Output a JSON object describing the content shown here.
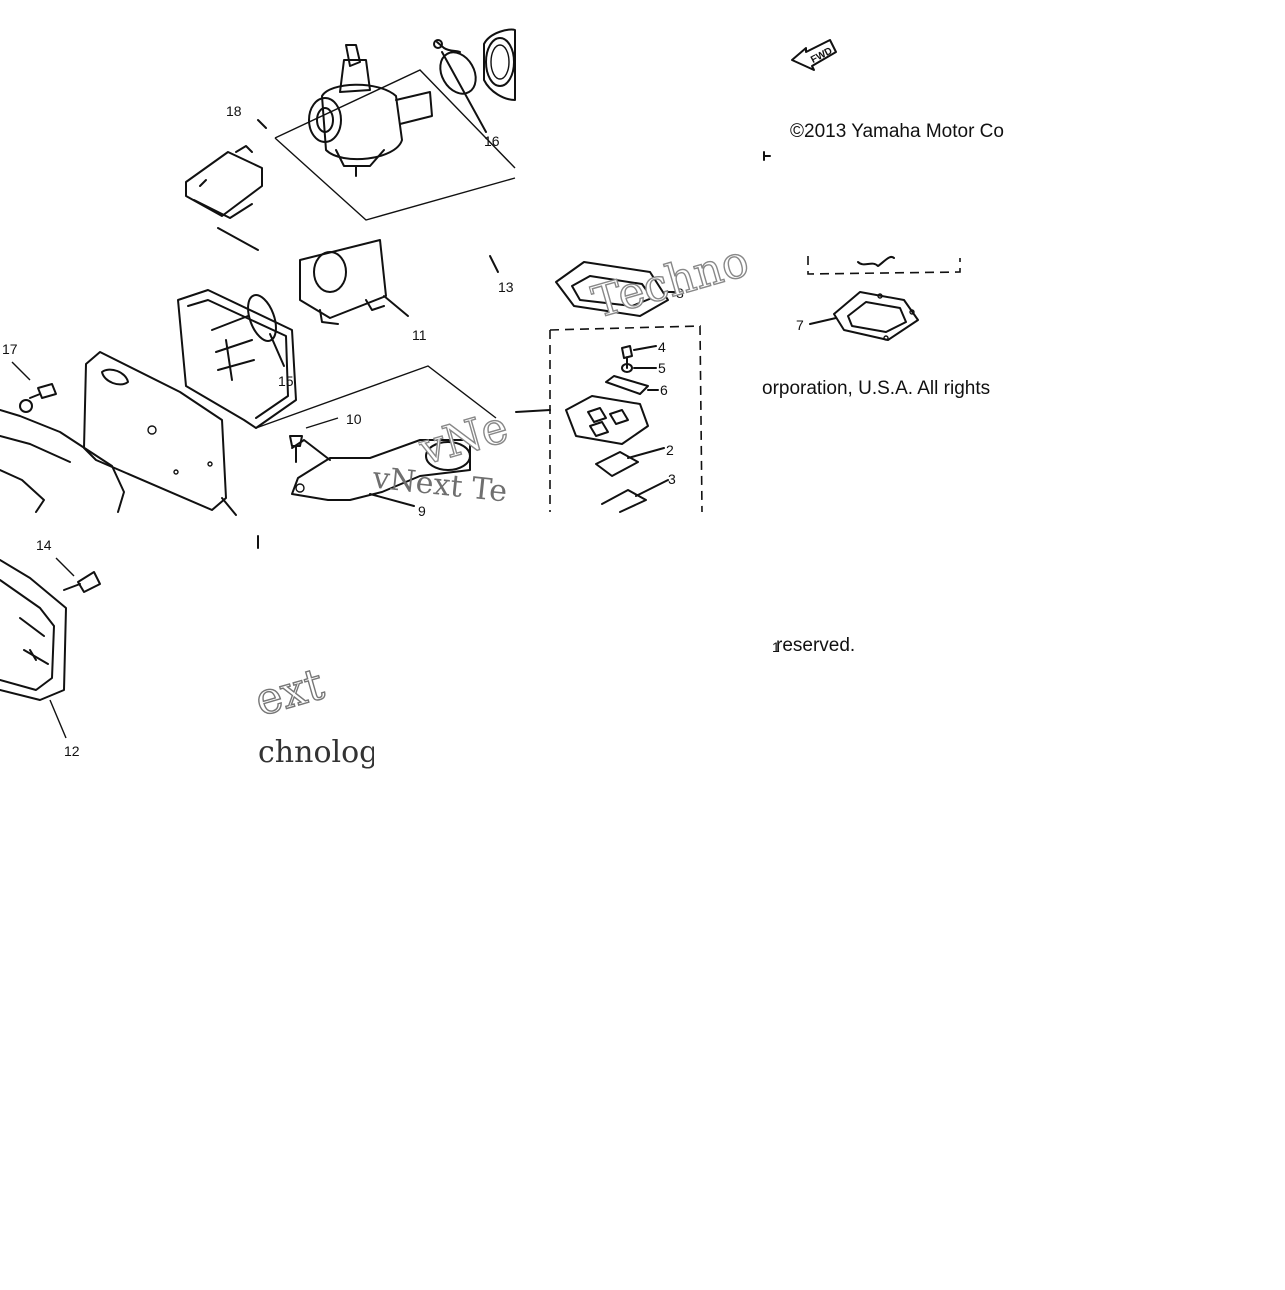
{
  "diagram": {
    "fwd_label": "FWD",
    "copyright": {
      "line1": "©2013 Yamaha Motor Co",
      "line2": "orporation, U.S.A. All rights",
      "line3": "reserved."
    },
    "watermark": {
      "w1": "vNext Te",
      "w2": "ext",
      "w3": "chnolog",
      "w4": "Techno",
      "w5": "vNe"
    },
    "callouts": {
      "c1": "1",
      "c2": "2",
      "c3": "3",
      "c4": "4",
      "c5": "5",
      "c6": "6",
      "c7": "7",
      "c8": "8",
      "c9": "9",
      "c10": "10",
      "c11": "11",
      "c12": "12",
      "c13": "13",
      "c14": "14",
      "c15": "15",
      "c16": "16",
      "c17": "17",
      "c18": "18"
    }
  }
}
